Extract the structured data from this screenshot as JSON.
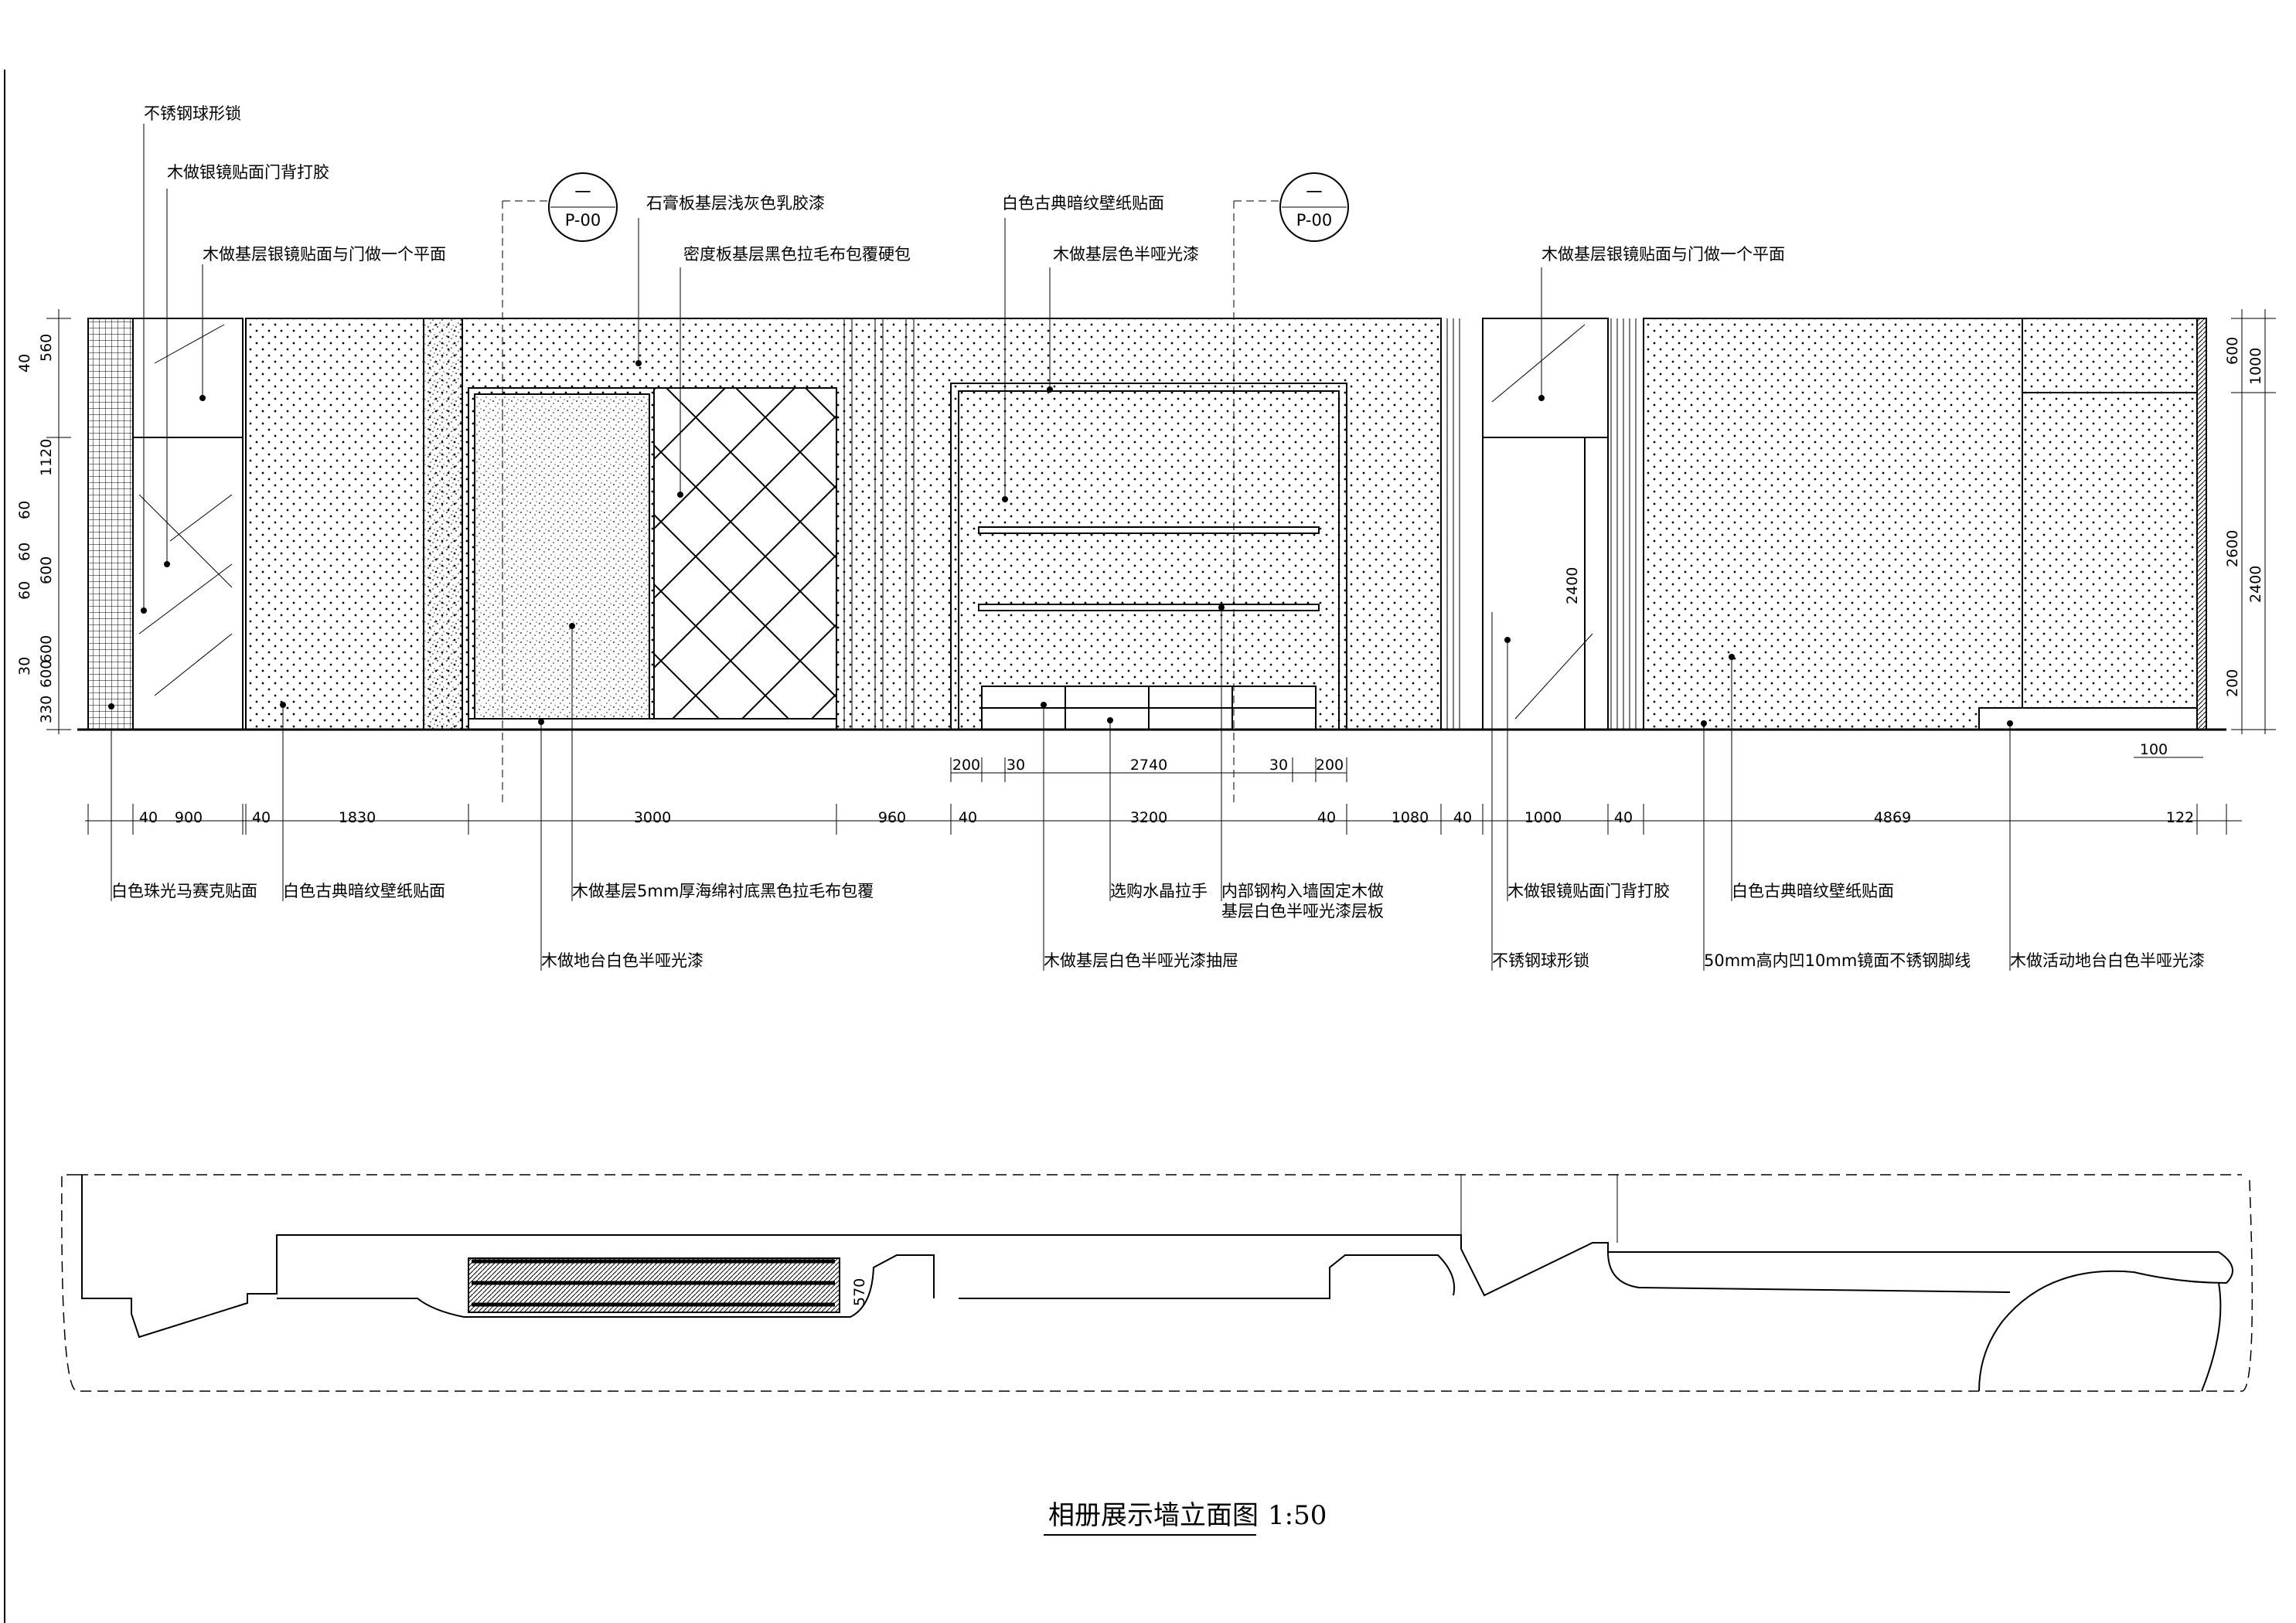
{
  "drawing": {
    "title": "相册展示墙立面图",
    "scale": "1:50"
  },
  "section_markers": [
    {
      "top": "一",
      "bottom": "P-00"
    },
    {
      "top": "一",
      "bottom": "P-00"
    }
  ],
  "top_labels": [
    "不锈钢球形锁",
    "木做银镜贴面门背打胶",
    "木做基层银镜贴面与门做一个平面",
    "石膏板基层浅灰色乳胶漆",
    "密度板基层黑色拉毛布包覆硬包",
    "白色古典暗纹壁纸贴面",
    "木做基层色半哑光漆",
    "木做基层银镜贴面与门做一个平面"
  ],
  "bottom_labels": [
    "白色珠光马赛克贴面",
    "白色古典暗纹壁纸贴面",
    "木做基层5mm厚海绵衬底黑色拉毛布包覆",
    "木做地台白色半哑光漆",
    "选购水晶拉手",
    "木做基层白色半哑光漆抽屉",
    "内部钢构入墙固定木做",
    "基层白色半哑光漆层板",
    "木做银镜贴面门背打胶",
    "不锈钢球形锁",
    "白色古典暗纹壁纸贴面",
    "50mm高内凹10mm镜面不锈钢脚线",
    "木做活动地台白色半哑光漆"
  ],
  "dims_bottom": [
    "40",
    "900",
    "40",
    "1830",
    "3000",
    "960",
    "40",
    "3200",
    "40",
    "1080",
    "40",
    "1000",
    "40",
    "4869",
    "122"
  ],
  "dims_cabinet": [
    "200",
    "30",
    "2740",
    "30",
    "200"
  ],
  "dim_right_small": "100",
  "dims_left": [
    "40",
    "560",
    "1120",
    "60",
    "60",
    "600",
    "60",
    "600",
    "30",
    "600",
    "330"
  ],
  "dims_right": [
    "600",
    "1000",
    "2600",
    "2400",
    "200"
  ],
  "dim_inner_2400": "2400",
  "dim_plan_570": "570"
}
